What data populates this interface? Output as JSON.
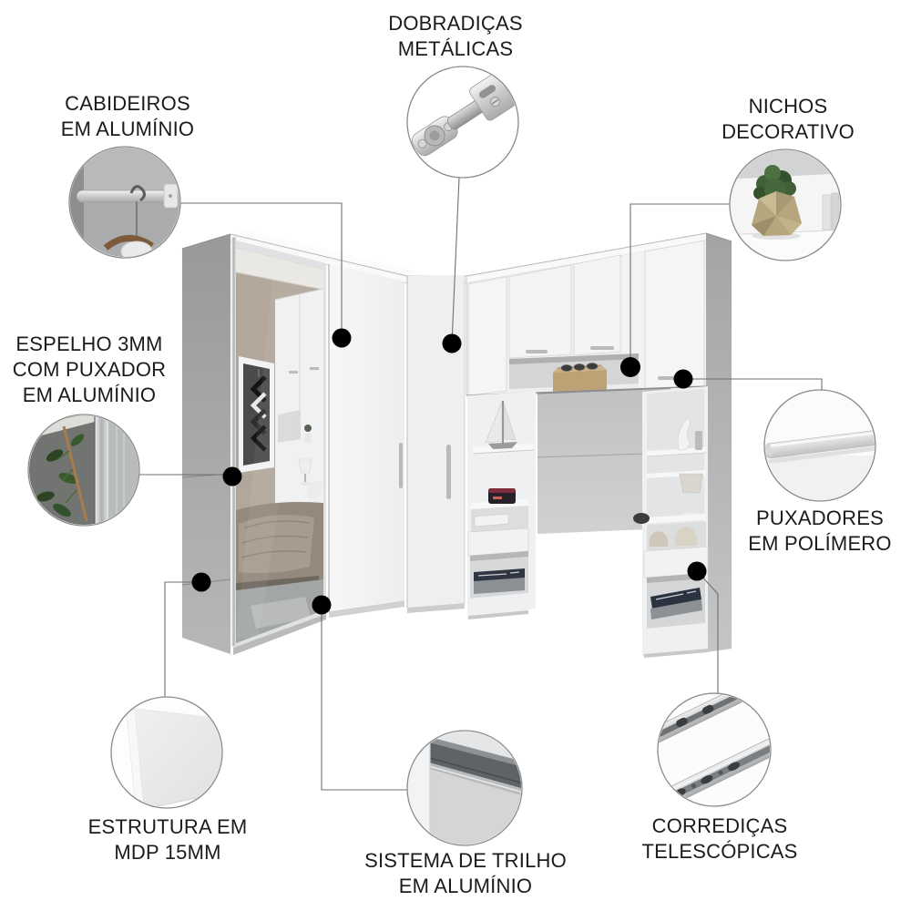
{
  "page": {
    "type": "product-feature-infographic",
    "product": "corner wardrobe"
  },
  "colors": {
    "background": "#ffffff",
    "text": "#1b1b1b",
    "callout_line": "#6f6f6f",
    "callout_dot": "#000000",
    "circle_stroke": "#8a8a8a",
    "furniture_white": "#f2f3f4",
    "furniture_gray": "#a7a9aa",
    "mirror_wall": "#b2a79a",
    "vase_gold": "#b5a67d",
    "plant_green": "#41603a"
  },
  "callouts": [
    {
      "id": "dobradicas",
      "icon": "hinge-icon",
      "lines": [
        "DOBRADIÇAS",
        "METÁLICAS"
      ]
    },
    {
      "id": "cabideiros",
      "icon": "clothes-rail-icon",
      "lines": [
        "CABIDEIROS",
        "EM ALUMÍNIO"
      ]
    },
    {
      "id": "nichos",
      "icon": "decor-plant-icon",
      "lines": [
        "NICHOS",
        "DECORATIVO"
      ]
    },
    {
      "id": "espelho",
      "icon": "mirror-edge-icon",
      "lines": [
        "ESPELHO 3MM",
        "COM PUXADOR",
        "EM ALUMÍNIO"
      ]
    },
    {
      "id": "puxadores",
      "icon": "polymer-handle-icon",
      "lines": [
        "PUXADORES",
        "EM POLÍMERO"
      ]
    },
    {
      "id": "estrutura",
      "icon": "mdp-board-icon",
      "lines": [
        "ESTRUTURA EM",
        "MDP 15MM"
      ]
    },
    {
      "id": "trilho",
      "icon": "aluminum-track-icon",
      "lines": [
        "SISTEMA DE TRILHO",
        "EM ALUMÍNIO"
      ]
    },
    {
      "id": "corredicas",
      "icon": "telescopic-slide-icon",
      "lines": [
        "CORREDIÇAS",
        "TELESCÓPICAS"
      ]
    }
  ]
}
